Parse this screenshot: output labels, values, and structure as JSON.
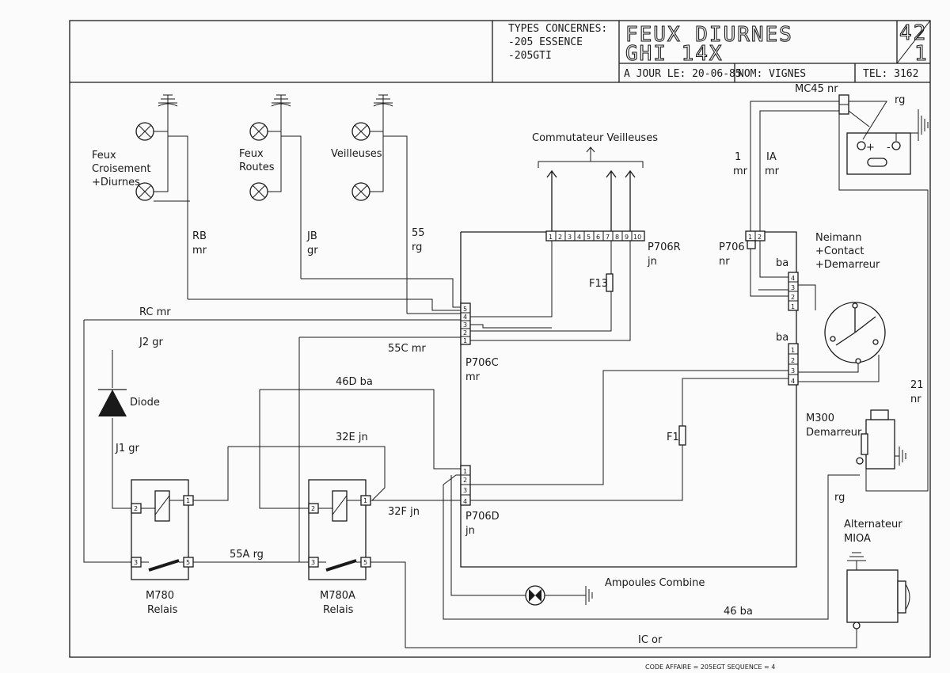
{
  "title_block": {
    "types_label": "TYPES CONCERNES:",
    "type1": "-205 ESSENCE",
    "type2": "-205GTI",
    "title_line1": "FEUX DIURNES",
    "title_line2": "GHI 14X",
    "sheet_num": "42",
    "sheet_sub": "1",
    "date_label": "A JOUR LE: 20-06-85",
    "name_label": "NOM: VIGNES",
    "tel_label": "TEL: 3162"
  },
  "footer": "CODE AFFAIRE = 205EGT SEQUENCE = 4",
  "components": {
    "feux_croisement": [
      "Feux",
      "Croisement",
      "+Diurnes"
    ],
    "feux_routes": [
      "Feux",
      "Routes"
    ],
    "veilleuses": "Veilleuses",
    "commutateur": "Commutateur Veilleuses",
    "diode": "Diode",
    "relais1": [
      "M780",
      "Relais"
    ],
    "relais2": [
      "M780A",
      "Relais"
    ],
    "neimann": [
      "Neimann",
      "+Contact",
      "+Demarreur"
    ],
    "demarreur": [
      "M300",
      "Demarreur"
    ],
    "alternateur": [
      "Alternateur",
      "MIOA"
    ],
    "ampoules": "Ampoules Combine",
    "mc45": "MC45 nr"
  },
  "wires": {
    "rb": [
      "RB",
      "mr"
    ],
    "jb": [
      "JB",
      "gr"
    ],
    "w55": [
      "55",
      "rg"
    ],
    "rc": "RC mr",
    "j2": "J2 gr",
    "j1": "J1 gr",
    "w55c": "55C mr",
    "w46d": "46D ba",
    "w32e": "32E jn",
    "w32f": "32F jn",
    "w55a": "55A rg",
    "w46": "46 ba",
    "ic": "IC or",
    "w1": [
      "1",
      "mr"
    ],
    "w1a": [
      "IA",
      "mr"
    ],
    "rg_top": "rg",
    "rg_dem": "rg",
    "w21": [
      "21",
      "nr"
    ],
    "ba1": "ba",
    "ba2": "ba",
    "f13": "F13",
    "f1": "F1"
  },
  "connectors": {
    "p706r": [
      "P706R",
      "jn"
    ],
    "p706": [
      "P706",
      "nr"
    ],
    "p706c": [
      "P706C",
      "mr"
    ],
    "p706d": [
      "P706D",
      "jn"
    ],
    "p706r_pins": [
      "1",
      "2",
      "3",
      "4",
      "5",
      "6",
      "7",
      "8",
      "9",
      "10"
    ],
    "p706_pins": [
      "1",
      "2"
    ],
    "p706c_pins": [
      "5",
      "4",
      "3",
      "2",
      "1"
    ],
    "p706d_pins": [
      "4",
      "3",
      "2",
      "1"
    ],
    "nei_pins": [
      "4",
      "3",
      "2",
      "1"
    ],
    "nei_pins2": [
      "4",
      "3",
      "2",
      "1"
    ],
    "relay_pins": [
      "2",
      "1",
      "3",
      "5"
    ]
  }
}
